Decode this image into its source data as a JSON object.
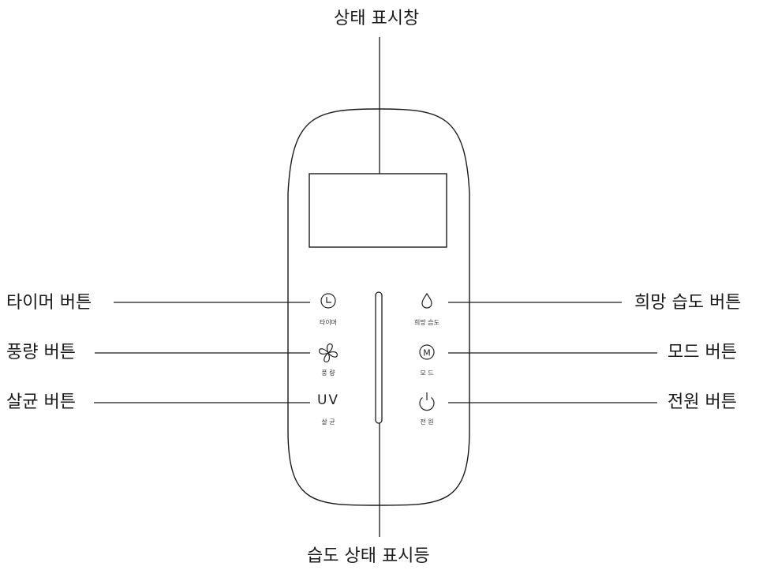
{
  "labels": {
    "display": "상태 표시창",
    "humidity_indicator": "습도 상태 표시등",
    "timer_button": "타이머 버튼",
    "fan_button": "풍량 버튼",
    "sterilize_button": "살균 버튼",
    "target_humidity_button": "희망 습도 버튼",
    "mode_button": "모드 버튼",
    "power_button": "전원 버튼"
  },
  "panel": {
    "timer": "타이머",
    "fan": "풍 량",
    "uv_symbol": "UV",
    "sterilize": "살 균",
    "target_humidity": "희망 습도",
    "mode_symbol": "M",
    "mode": "모 드",
    "power": "전 원"
  },
  "icons": [
    "clock-icon",
    "fan-icon",
    "droplet-icon",
    "mode-m-icon",
    "power-icon"
  ],
  "colors": {
    "line": "#1a1a1a",
    "background": "#ffffff"
  }
}
